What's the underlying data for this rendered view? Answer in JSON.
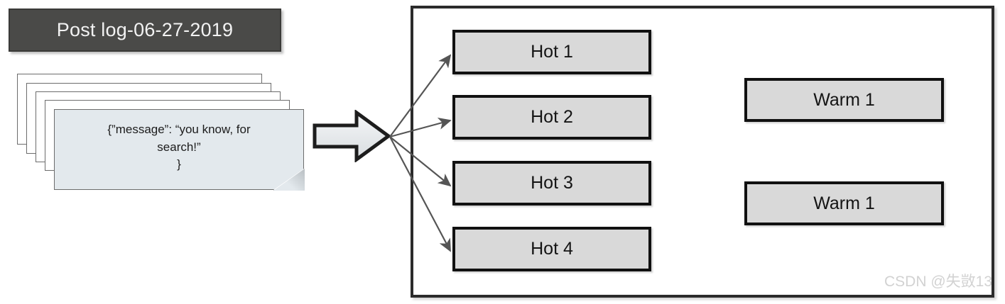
{
  "banner": {
    "label": "Post log-06-27-2019"
  },
  "document": {
    "line1": "{”message”: “you know, for",
    "line2": "search!”",
    "line3": "}"
  },
  "ingest_arrow": {
    "icon": "right-block-arrow"
  },
  "cluster": {
    "hot_nodes": [
      {
        "label": "Hot 1"
      },
      {
        "label": "Hot 2"
      },
      {
        "label": "Hot 3"
      },
      {
        "label": "Hot 4"
      }
    ],
    "warm_nodes": [
      {
        "label": "Warm 1"
      },
      {
        "label": "Warm 1"
      }
    ]
  },
  "watermark": {
    "text": "CSDN @失敳13"
  },
  "colors": {
    "banner_fill": "#4a4a48",
    "banner_text": "#f2f2f2",
    "node_fill": "#d9d9d9",
    "node_border": "#111111",
    "document_fill": "#e3e9ed",
    "container_border": "#2b2b2b",
    "connector": "#555555",
    "watermark": "#d2d2d2"
  }
}
